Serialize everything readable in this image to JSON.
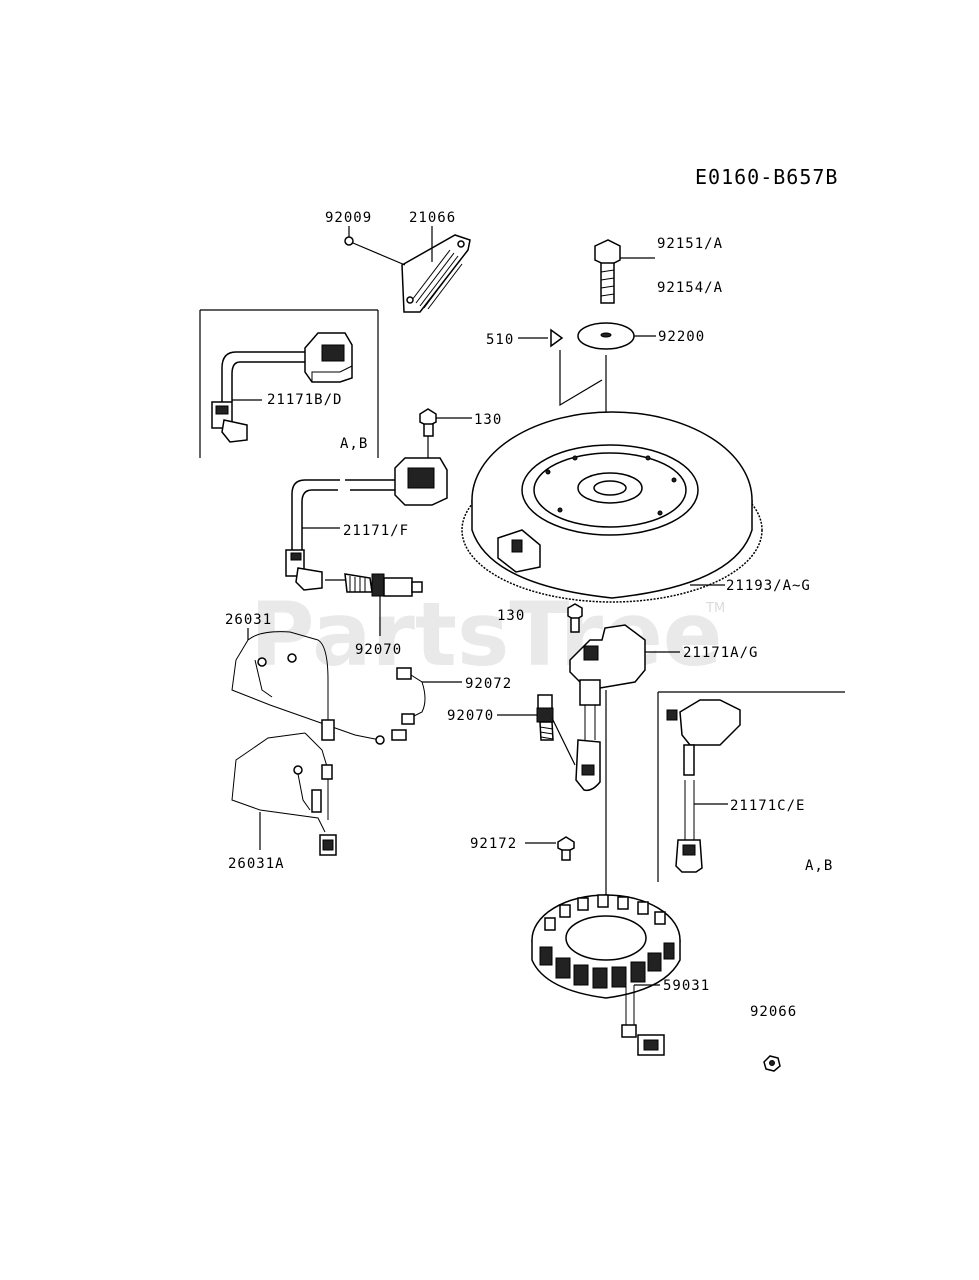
{
  "diagram_code": "E0160-B657B",
  "watermark": "PartsTree",
  "watermark_tm": "TM",
  "labels": {
    "p92009": "92009",
    "p21066": "21066",
    "p92151": "92151/A",
    "p92154": "92154/A",
    "p510": "510",
    "p92200": "92200",
    "p21171bd": "21171B/D",
    "ab1": "A,B",
    "p130a": "130",
    "p21171f": "21171/F",
    "p21193": "21193/A~G",
    "p130b": "130",
    "p26031": "26031",
    "p21171ag": "21171A/G",
    "p92070a": "92070",
    "p92072": "92072",
    "p92070b": "92070",
    "p21171ce": "21171C/E",
    "p92172": "92172",
    "ab2": "A,B",
    "p26031a": "26031A",
    "p59031": "59031",
    "p92066": "92066"
  }
}
